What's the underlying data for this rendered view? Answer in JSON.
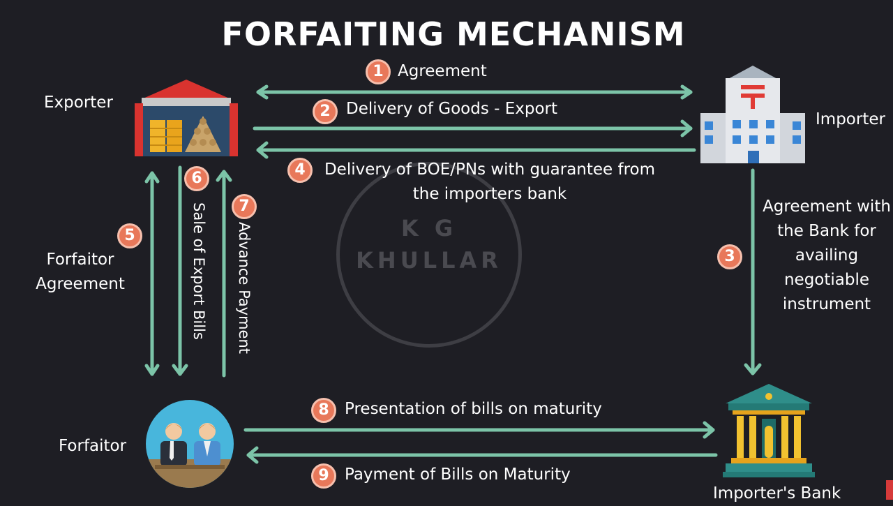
{
  "title": "FORFAITING MECHANISM",
  "entities": {
    "exporter": "Exporter",
    "importer": "Importer",
    "forfaitor": "Forfaitor",
    "importers_bank": "Importer's Bank"
  },
  "steps": [
    {
      "num": "1",
      "label": "Agreement"
    },
    {
      "num": "2",
      "label": "Delivery of Goods - Export"
    },
    {
      "num": "3",
      "label_lines": [
        "Agreement with",
        "the Bank for",
        "availing",
        "negotiable",
        "instrument"
      ]
    },
    {
      "num": "4",
      "label_lines": [
        "Delivery of BOE/PNs with guarantee from",
        "the importers bank"
      ]
    },
    {
      "num": "5",
      "label_lines": [
        "Forfaitor",
        "Agreement"
      ]
    },
    {
      "num": "6",
      "label": "Sale of Export Bills"
    },
    {
      "num": "7",
      "label": "Advance Payment"
    },
    {
      "num": "8",
      "label": "Presentation of bills on maturity"
    },
    {
      "num": "9",
      "label": "Payment of Bills on Maturity"
    }
  ],
  "watermark": {
    "line1": "K G",
    "line2": "KHULLAR"
  },
  "colors": {
    "background": "#1e1e24",
    "arrow": "#7cc4a8",
    "badge": "#e8785a"
  }
}
